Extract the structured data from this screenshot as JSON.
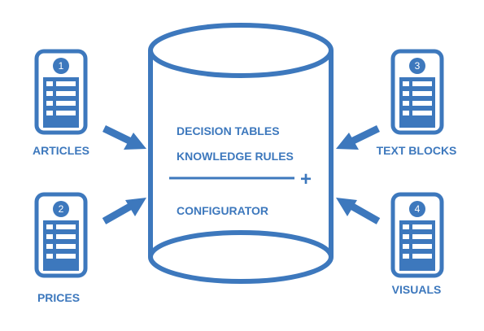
{
  "sources": [
    {
      "number": "1",
      "label": "ARTICLES"
    },
    {
      "number": "2",
      "label": "PRICES"
    },
    {
      "number": "3",
      "label": "TEXT BLOCKS"
    },
    {
      "number": "4",
      "label": "VISUALS"
    }
  ],
  "database": {
    "lines": [
      "DECISION TABLES",
      "KNOWLEDGE RULES",
      "CONFIGURATOR"
    ],
    "plus_symbol": "+"
  },
  "colors": {
    "primary": "#3d78bd",
    "background": "#ffffff"
  },
  "icons": [
    "document-list-icon",
    "arrow-icon",
    "database-cylinder-icon"
  ]
}
